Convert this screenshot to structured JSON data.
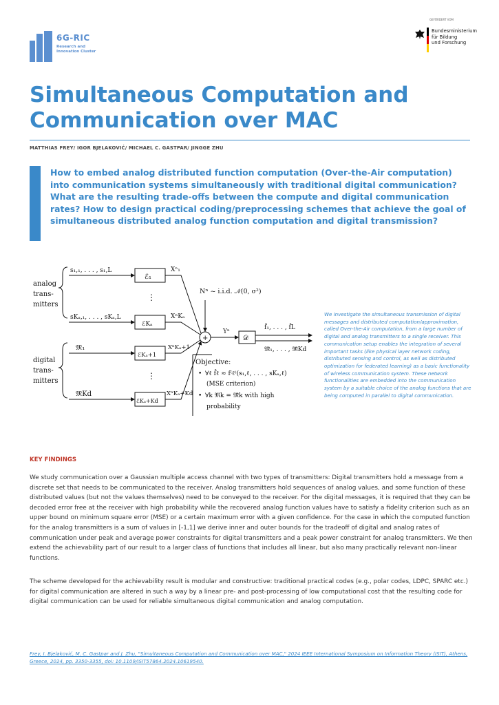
{
  "logo": {
    "title": "6G-RIC",
    "subtitle_line1": "Research and",
    "subtitle_line2": "Innovation Cluster",
    "color": "#5b8fd0"
  },
  "sponsor": {
    "note": "GEFÖRDERT VOM",
    "line1": "Bundesministerium",
    "line2": "für Bildung",
    "line3": "und Forschung",
    "flag_colors": [
      "#000000",
      "#dd0000",
      "#ffce00"
    ]
  },
  "title": {
    "line1": "Simultaneous Computation and",
    "line2": "Communication over MAC"
  },
  "authors": "MATTHIAS FREY/ IGOR BJELAKOVIĆ/ MICHAEL C. GASTPAR/ JINGGE ZHU",
  "question": "How to embed analog distributed function computation (Over-the-Air computation) into communication systems simultaneously with traditional digital communication? What are the resulting trade-offs between the compute and digital communication rates? How to design practical coding/preprocessing schemes that achieve the goal of simultaneous distributed analog function computation and digital transmission?",
  "figure": {
    "analog_label": [
      "analog",
      "trans-",
      "mitters"
    ],
    "digital_label": [
      "digital",
      "trans-",
      "mitters"
    ],
    "in_s1": "s₁,₁, . . . , s₁,L",
    "in_sKa": "sKₐ,₁, . . . , sKₐ,L",
    "in_M1": "𝔐₁",
    "in_MKd": "𝔐Kd",
    "enc1": "ℰ₁",
    "encKa": "ℰKₐ",
    "encKa1": "ℰKₐ+1",
    "encKaKd": "ℰKₐ+Kd",
    "x1": "Xⁿ₁",
    "xKa": "XⁿKₐ",
    "xKa1": "XⁿKₐ+1",
    "xKaKd": "XⁿKₐ+Kd",
    "dots": "⋮",
    "noise": "Nⁿ ~ i.i.d. 𝒩(0, σ²)",
    "plus": "+",
    "yn": "Yⁿ",
    "decoder": "𝒟",
    "out_f": "f̂₁, . . . , f̂L",
    "out_m": "𝔐̂₁, . . . , 𝔐̂Kd",
    "objective": "Objective:",
    "obj1": "∀ℓ f̂ℓ ≈ f⁽ℓ⁾(s₁,ℓ, . . . , sKₐ,ℓ)",
    "obj1b": "(MSE criterion)",
    "obj2": "∀k 𝔐k = 𝔐̂k with high",
    "obj2b": "probability",
    "bullet": "•"
  },
  "summary": "We investigate the simultaneous transmission of digital messages and distributed computation/approximation, called Over-the-Air computation, from a large number of digital and analog transmitters to a single receiver. This communication setup enables the integration of several important tasks (like physical layer network coding, distributed sensing and control, as well as distributed optimization for federated learning) as a basic functionality of wireless communication system. These network functionalities are embedded into the communication system by a suitable choice of the analog functions that are being computed in parallel to digital communication.",
  "key_findings": {
    "heading": "KEY FINDINGS",
    "para1": "We study communication over a Gaussian multiple access channel with two types of transmitters: Digital transmitters hold a message from a discrete set that needs to be communicated to the receiver. Analog transmitters hold sequences of analog values, and some function of these distributed values (but not the values themselves) need to be conveyed to the receiver. For the digital messages, it is required that they can be decoded error free at the receiver with high probability while the recovered analog function values have to satisfy a fidelity criterion such as an upper bound on minimum square error (MSE) or a certain maximum error with a given confidence. For the case in which the computed function for the analog transmitters is a sum of values in [-1,1] we derive inner and outer bounds for the tradeoff of digital and analog rates of communication under peak and average power constraints for digital transmitters and a peak power constraint for analog transmitters. We then extend the achievability part of our result to a larger class of functions that includes all linear, but also many practically relevant non-linear functions.",
    "para2": "The scheme developed for the achievability result is modular and constructive: traditional practical codes (e.g., polar codes, LDPC, SPARC etc.) for digital communication are altered in such a way by a linear pre- and post-processing of low computational cost that the resulting code for digital communication can be used for reliable simultaneous digital communication and analog computation."
  },
  "citation": "Frey, I. Bjelaković, M. C. Gastpar and J. Zhu, \"Simultaneous Computation and Communication over MAC,\" 2024 IEEE International Symposium on Information Theory (ISIT), Athens, Greece, 2024, pp. 3350-3355, doi: 10.1109/ISIT57864.2024.10619540.",
  "accent_color": "#3a89c9",
  "heading_color": "#c0392b"
}
